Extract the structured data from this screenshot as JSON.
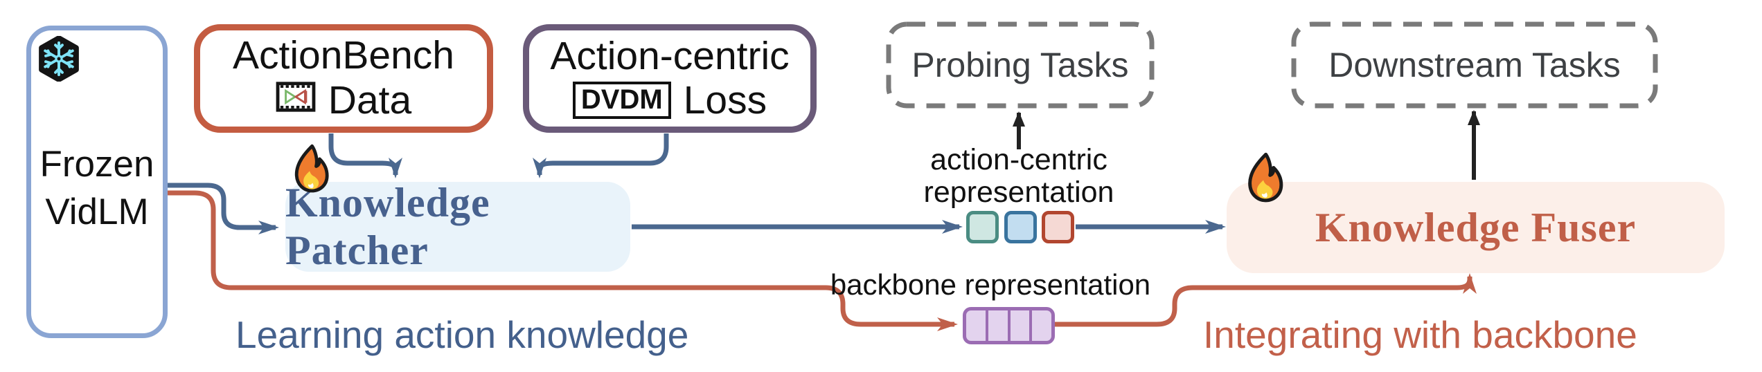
{
  "diagram": {
    "boxes": {
      "frozen_vidlm": {
        "line1": "Frozen",
        "line2": "VidLM"
      },
      "actionbench": {
        "line1": "ActionBench",
        "line2": "Data"
      },
      "action_centric_loss": {
        "line1": "Action-centric",
        "badge": "DVDM",
        "line2": "Loss"
      },
      "probing": {
        "label": "Probing Tasks"
      },
      "downstream": {
        "label": "Downstream Tasks"
      },
      "patcher": {
        "label": "Knowledge Patcher"
      },
      "fuser": {
        "label": "Knowledge Fuser"
      }
    },
    "labels": {
      "action_centric_repr_line1": "action-centric",
      "action_centric_repr_line2": "representation",
      "backbone_repr": "backbone representation",
      "learning_phase": "Learning action knowledge",
      "integrating_phase": "Integrating with backbone"
    },
    "icons": {
      "snowflake": "snowflake-icon (frozen model)",
      "fire_patcher": "fire-icon (trainable Knowledge Patcher)",
      "fire_fuser": "fire-icon (trainable Knowledge Fuser)",
      "film": "film-video-icon (ActionBench data)"
    },
    "tokens": {
      "action_centric_tokens": [
        {
          "fill": "#cfe7e2",
          "border": "#4a8c82"
        },
        {
          "fill": "#c2ddf0",
          "border": "#39739e"
        },
        {
          "fill": "#f5d9d4",
          "border": "#b2462f"
        }
      ],
      "backbone_token_cells": 4,
      "backbone_token_fill": "#e3d3ee",
      "backbone_token_border": "#9b6cb3"
    },
    "colors": {
      "frozen_border": "#8aa5d3",
      "actionbench_border": "#c45c41",
      "loss_border": "#6a5a79",
      "dashed_task_border": "#7a7a7a",
      "patcher_bg": "#e9f3fa",
      "patcher_text": "#47618e",
      "fuser_bg": "#fcefe9",
      "fuser_text": "#c05f48",
      "blue_arrow": "#4b688f",
      "orange_arrow": "#c0604a",
      "black_arrow": "#222222",
      "learning_text": "#44608c",
      "integrating_text": "#c2604a"
    }
  }
}
